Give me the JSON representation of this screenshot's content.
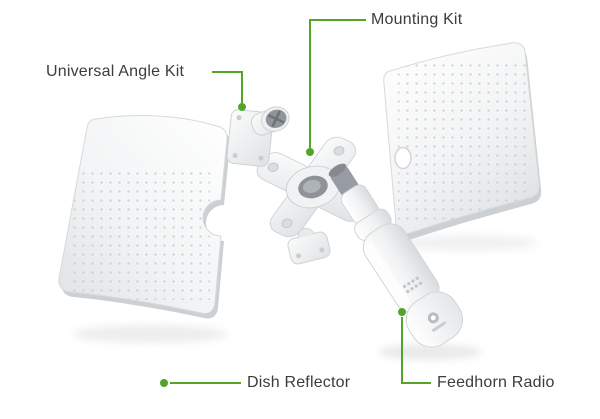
{
  "colors": {
    "accent": "#55a42a",
    "label_text": "#3c3c3c",
    "background": "#ffffff"
  },
  "callouts": {
    "mounting_kit": {
      "label": "Mounting Kit"
    },
    "universal_angle_kit": {
      "label": "Universal Angle Kit"
    },
    "dish_reflector": {
      "label": "Dish Reflector"
    },
    "feedhorn_radio": {
      "label": "Feedhorn Radio"
    }
  }
}
